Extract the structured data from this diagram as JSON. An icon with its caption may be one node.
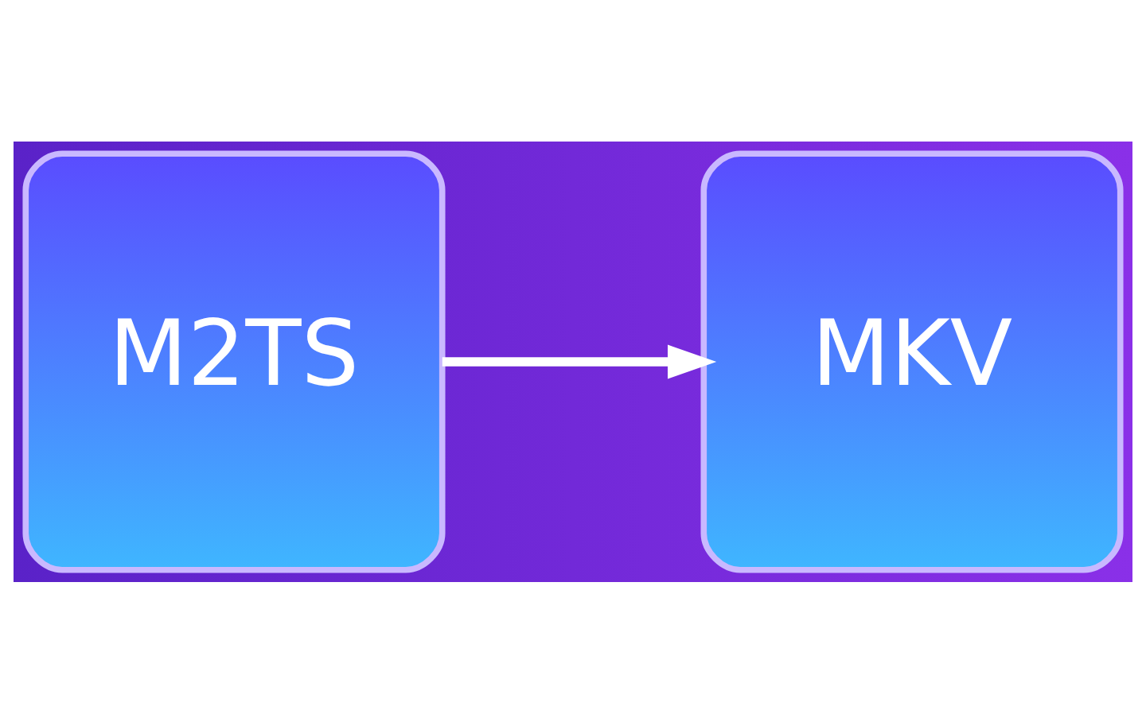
{
  "diagram": {
    "nodes": [
      {
        "text": [
          "M2TS"
        ]
      },
      {
        "text": [
          "MKV"
        ]
      }
    ],
    "edges": [
      {
        "from": 0,
        "to": 1,
        "arrow": "to"
      }
    ]
  }
}
